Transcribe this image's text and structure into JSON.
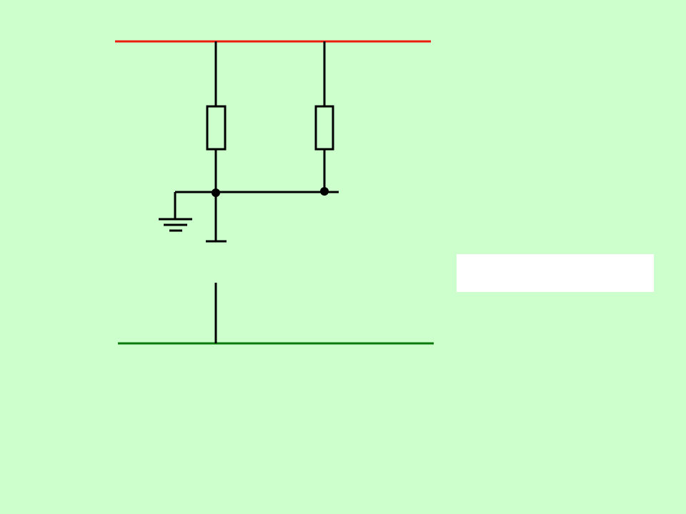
{
  "colors": {
    "background": "#ccffcc",
    "top_rail": "#ee1c10",
    "bottom_rail": "#0a7a0a",
    "wire": "#000000",
    "box": "#ffffff"
  },
  "diagram": {
    "components": [
      "top-rail",
      "bottom-rail",
      "resistor-left",
      "resistor-right",
      "junction-left",
      "junction-right",
      "ground-symbol",
      "open-gap"
    ],
    "text_box": ""
  }
}
